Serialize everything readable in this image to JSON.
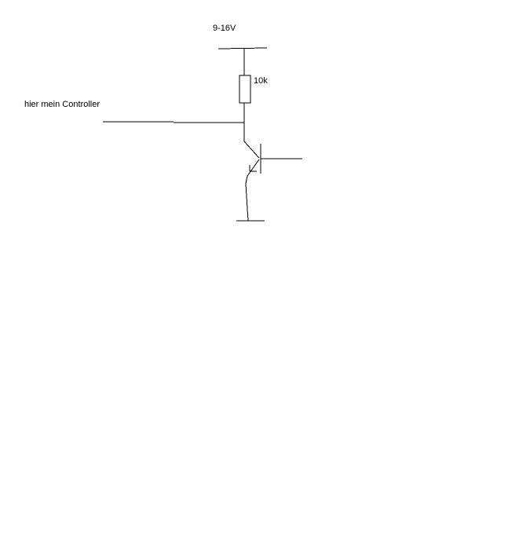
{
  "labels": {
    "supply_voltage": "9-16V",
    "resistor_value": "10k",
    "input_note": "hier mein Controller"
  },
  "colors": {
    "background": "#ffffff",
    "ink": "#000000"
  }
}
